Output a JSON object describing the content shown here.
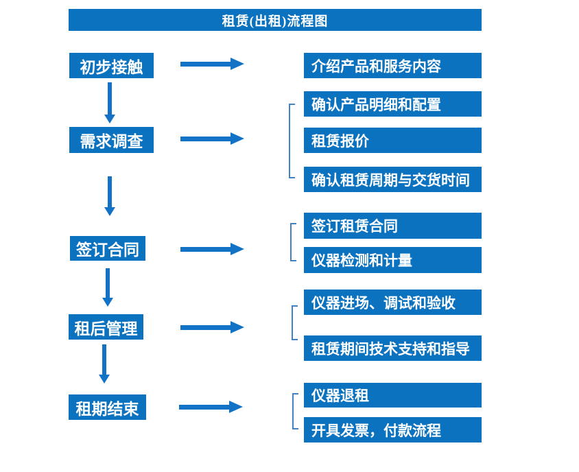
{
  "title": "租赁(出租)流程图",
  "steps": [
    {
      "label": "初步接触",
      "details": [
        "介绍产品和服务内容"
      ]
    },
    {
      "label": "需求调查",
      "details": [
        "确认产品明细和配置",
        "租赁报价",
        "确认租赁周期与交货时间"
      ]
    },
    {
      "label": "签订合同",
      "details": [
        "签订租赁合同",
        "仪器检测和计量"
      ]
    },
    {
      "label": "租后管理",
      "details": [
        "仪器进场、调试和验收",
        "租赁期间技术支持和指导"
      ]
    },
    {
      "label": "租期结束",
      "details": [
        "仪器退租",
        "开具发票，付款流程"
      ]
    }
  ],
  "colors": {
    "box_blue": "#0b72bf",
    "arrow_blue": "#1273c6",
    "bracket_blue": "#4181c4",
    "text": "#ffffff",
    "background": "#ffffff"
  }
}
